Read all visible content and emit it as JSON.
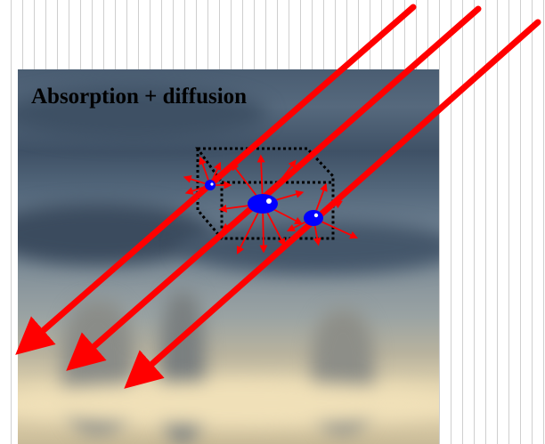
{
  "title": "Absorption + diffusion",
  "colors": {
    "rays": "#ff0000",
    "particles": "#0000ff",
    "particle_highlight": "#ffffff",
    "volume_outline": "#000000",
    "title_text": "#000000"
  },
  "icons": [
    "incident-light-ray",
    "scattered-light-arrow",
    "particle",
    "sample-volume-box"
  ]
}
